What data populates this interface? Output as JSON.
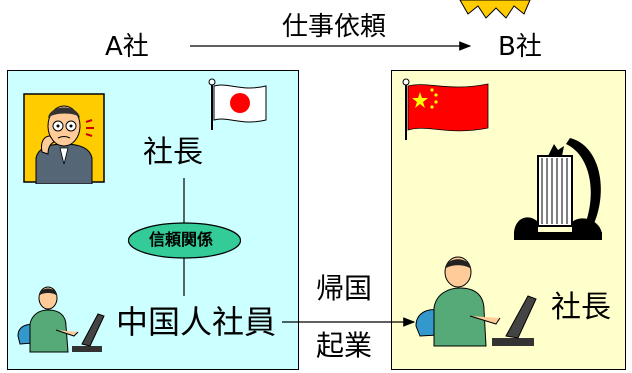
{
  "header": {
    "company_a": "A社",
    "company_b": "B社",
    "request_label": "仕事依頼"
  },
  "left_panel": {
    "president": "社長",
    "relationship": "信頼関係",
    "employee": "中国人社員"
  },
  "middle": {
    "return_home": "帰国",
    "start_business": "起業"
  },
  "right_panel": {
    "president": "社長"
  },
  "colors": {
    "left_panel_bg": "#ccffff",
    "right_panel_bg": "#ffffcc",
    "relationship_ellipse": "#33cc99",
    "japan_flag_red": "#ff0000",
    "china_flag_red": "#ff0000",
    "china_flag_star": "#ffff00"
  },
  "icons": [
    "japan-flag-icon",
    "china-flag-icon",
    "worried-businessman-icon",
    "businessman-at-computer-icon",
    "office-building-icon",
    "starburst-icon"
  ]
}
